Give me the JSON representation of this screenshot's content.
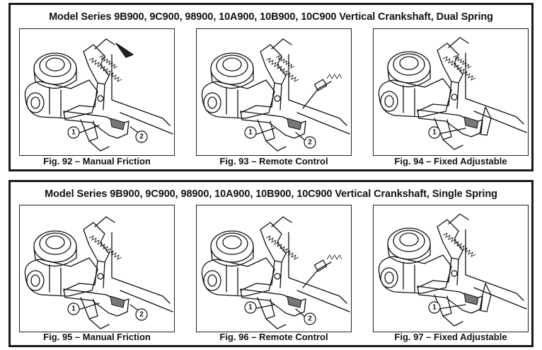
{
  "panels": [
    {
      "title": "Model Series 9B900, 9C900, 98900, 10A900, 10B900, 10C900 Vertical Crankshaft, Dual Spring",
      "figures": [
        {
          "caption": "Fig. 92 – Manual Friction",
          "callouts": [
            "1",
            "2"
          ]
        },
        {
          "caption": "Fig. 93 – Remote Control",
          "callouts": [
            "1",
            "2"
          ]
        },
        {
          "caption": "Fig. 94 – Fixed Adjustable",
          "callouts": [
            "1"
          ]
        }
      ]
    },
    {
      "title": "Model Series 9B900, 9C900, 98900, 10A900, 10B900, 10C900 Vertical Crankshaft, Single Spring",
      "figures": [
        {
          "caption": "Fig. 95 – Manual Friction",
          "callouts": [
            "1",
            "2"
          ]
        },
        {
          "caption": "Fig. 96 – Remote Control",
          "callouts": [
            "1",
            "2"
          ]
        },
        {
          "caption": "Fig. 97 – Fixed Adjustable",
          "callouts": [
            "1"
          ]
        }
      ]
    }
  ]
}
